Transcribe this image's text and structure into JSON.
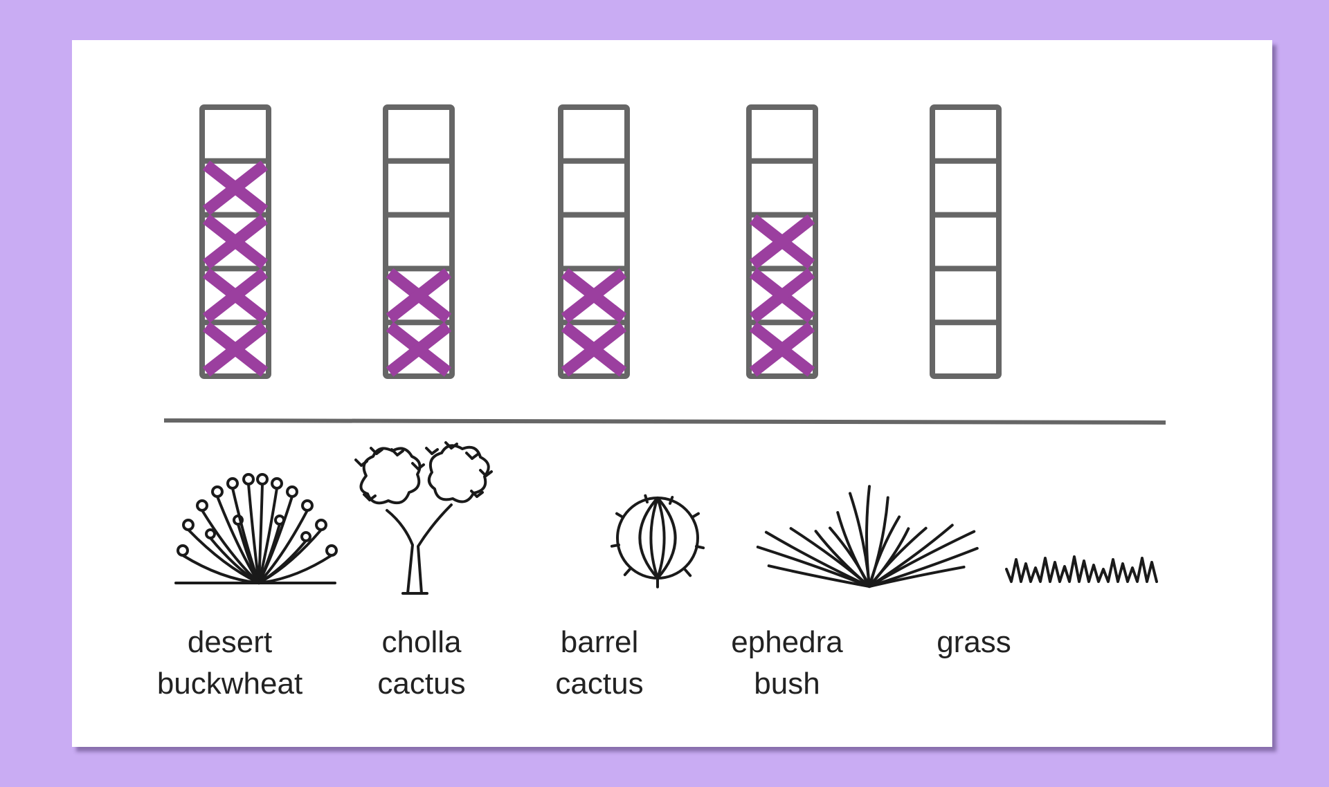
{
  "chart_data": {
    "type": "bar",
    "title": "",
    "xlabel": "",
    "ylabel": "",
    "ylim": [
      0,
      5
    ],
    "categories": [
      {
        "line1": "desert",
        "line2": "buckwheat"
      },
      {
        "line1": "cholla",
        "line2": "cactus"
      },
      {
        "line1": "barrel",
        "line2": "cactus"
      },
      {
        "line1": "ephedra",
        "line2": "bush"
      },
      {
        "line1": "grass",
        "line2": ""
      }
    ],
    "values": [
      4,
      2,
      2,
      3,
      0
    ],
    "icons": [
      "desert-buckwheat-icon",
      "cholla-cactus-icon",
      "barrel-cactus-icon",
      "ephedra-bush-icon",
      "grass-icon"
    ]
  },
  "colors": {
    "background": "#c9acf3",
    "card": "#ffffff",
    "grid": "#666666",
    "mark": "#9b3f9f",
    "text": "#222222"
  }
}
